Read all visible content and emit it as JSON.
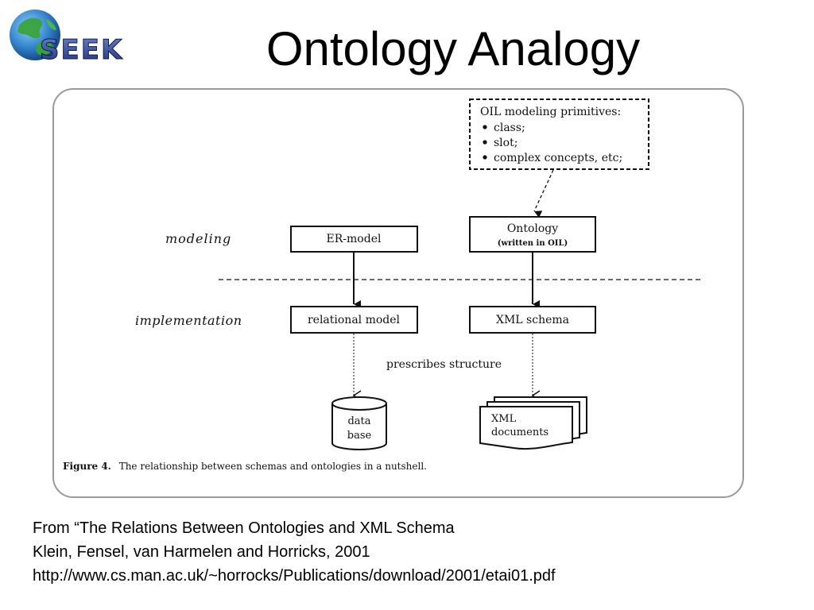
{
  "slide": {
    "title": "Ontology Analogy"
  },
  "logo": {
    "text": "SEEK",
    "icon": "globe-icon"
  },
  "diagram": {
    "oil_box": {
      "title": "OIL modeling primitives:",
      "items": [
        "class;",
        "slot;",
        "complex concepts, etc;"
      ]
    },
    "layers": {
      "modeling": "modeling",
      "implementation": "implementation"
    },
    "er_model": "ER-model",
    "ontology": {
      "title": "Ontology",
      "subtitle": "(written in OIL)"
    },
    "relational_model": "relational model",
    "xml_schema": "XML schema",
    "prescribes": "prescribes structure",
    "database": {
      "line1": "data",
      "line2": "base"
    },
    "xml_documents": {
      "line1": "XML",
      "line2": "documents"
    },
    "caption": {
      "label": "Figure 4.",
      "text": "The relationship between schemas and ontologies in a nutshell."
    }
  },
  "citation": {
    "line1": "From “The Relations Between Ontologies and XML Schema",
    "line2": "Klein, Fensel, van Harmelen and Horricks, 2001",
    "line3": "http://www.cs.man.ac.uk/~horrocks/Publications/download/2001/etai01.pdf"
  },
  "colors": {
    "logo_text": "#2a3e8c",
    "globe_ocean": "#2f7fc8",
    "globe_land": "#3aa33a",
    "frame_border": "#9a9a9a"
  }
}
